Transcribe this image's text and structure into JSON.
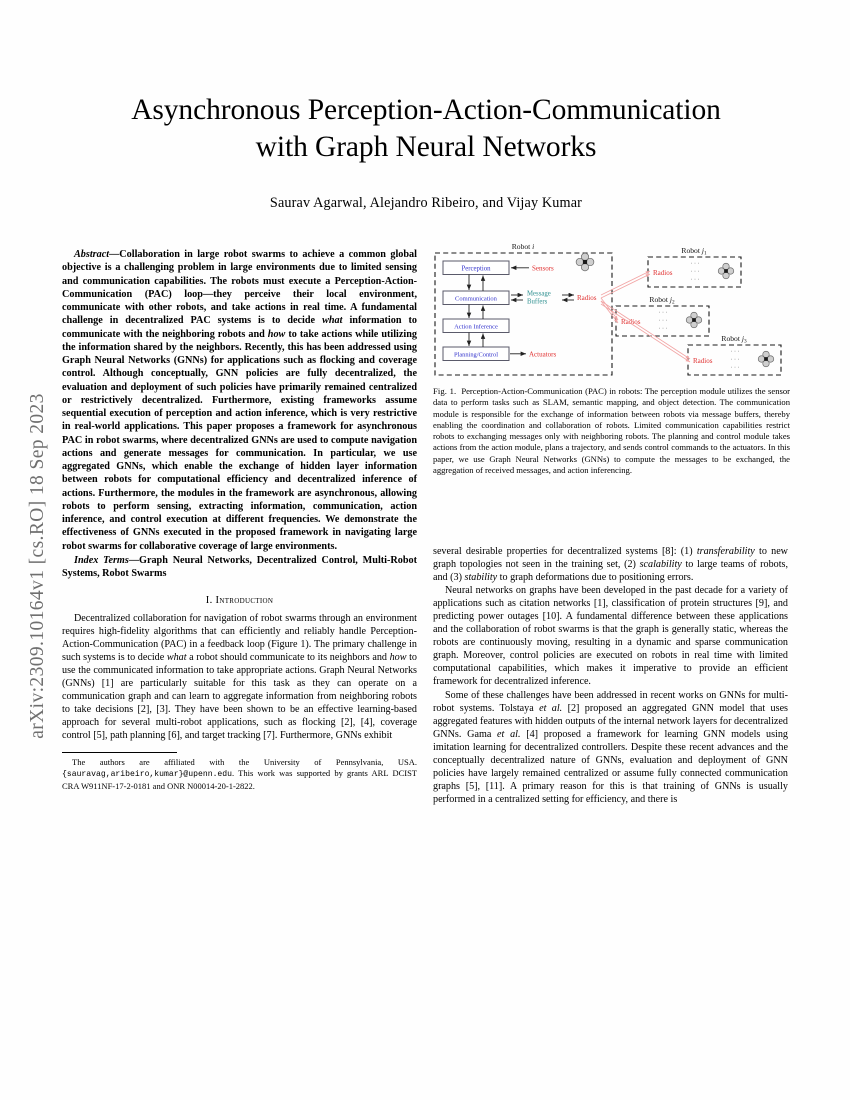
{
  "arxiv_stamp": "arXiv:2309.10164v1  [cs.RO]  18 Sep 2023",
  "title": {
    "line1": "Asynchronous Perception-Action-Communication",
    "line2": "with Graph Neural Networks"
  },
  "authors": "Saurav Agarwal, Alejandro Ribeiro, and Vijay Kumar",
  "abstract": {
    "lead": "Abstract",
    "dash": "—",
    "text": "Collaboration in large robot swarms to achieve a common global objective is a challenging problem in large environments due to limited sensing and communication capabilities. The robots must execute a Perception-Action-Communication (PAC) loop—they perceive their local environment, communicate with other robots, and take actions in real time. A fundamental challenge in decentralized PAC systems is to decide ",
    "italic1": "what",
    "text2": " information to communicate with the neighboring robots and ",
    "italic2": "how",
    "text3": " to take actions while utilizing the information shared by the neighbors. Recently, this has been addressed using Graph Neural Networks (GNNs) for applications such as flocking and coverage control. Although conceptually, GNN policies are fully decentralized, the evaluation and deployment of such policies have primarily remained centralized or restrictively decentralized. Furthermore, existing frameworks assume sequential execution of perception and action inference, which is very restrictive in real-world applications. This paper proposes a framework for asynchronous PAC in robot swarms, where decentralized GNNs are used to compute navigation actions and generate messages for communication. In particular, we use aggregated GNNs, which enable the exchange of hidden layer information between robots for computational efficiency and decentralized inference of actions. Furthermore, the modules in the framework are asynchronous, allowing robots to perform sensing, extracting information, communication, action inference, and control execution at different frequencies. We demonstrate the effectiveness of GNNs executed in the proposed framework in navigating large robot swarms for collaborative coverage of large environments."
  },
  "index_terms": {
    "lead": "Index Terms",
    "dash": "—",
    "text": "Graph Neural Networks, Decentralized Control, Multi-Robot Systems, Robot Swarms"
  },
  "sections": {
    "introduction_heading": "I.  Introduction"
  },
  "intro": {
    "p1_a": "Decentralized collaboration for navigation of robot swarms through an environment requires high-fidelity algorithms that can efficiently and reliably handle Perception-Action-Communication (PAC) in a feedback loop (Figure 1). The primary challenge in such systems is to decide ",
    "p1_i1": "what",
    "p1_b": " a robot should communicate to its neighbors and ",
    "p1_i2": "how",
    "p1_c": " to use the communicated information to take appropriate actions. Graph Neural Networks (GNNs) [1] are particularly suitable for this task as they can operate on a communication graph and can learn to aggregate information from neighboring robots to take decisions [2], [3]. They have been shown to be an effective learning-based approach for several multi-robot applications, such as flocking [2], [4], coverage control [5], path planning [6], and target tracking [7]. Furthermore, GNNs exhibit"
  },
  "footnote": {
    "a": "The authors are affiliated with the University of Pennsylvania, USA. ",
    "mono": "{sauravag,aribeiro,kumar}@upenn.edu",
    "b": ". This work was supported by grants ARL DCIST CRA W911NF-17-2-0181 and ONR N00014-20-1-2822."
  },
  "right_column": {
    "p1_a": "several desirable properties for decentralized systems [8]: (1) ",
    "p1_i1": "transferability",
    "p1_b": " to new graph topologies not seen in the training set, (2) ",
    "p1_i2": "scalability",
    "p1_c": " to large teams of robots, and (3) ",
    "p1_i3": "stability",
    "p1_d": " to graph deformations due to positioning errors.",
    "p2": "Neural networks on graphs have been developed in the past decade for a variety of applications such as citation networks [1], classification of protein structures [9], and predicting power outages [10]. A fundamental difference between these applications and the collaboration of robot swarms is that the graph is generally static, whereas the robots are continuously moving, resulting in a dynamic and sparse communication graph. Moreover, control policies are executed on robots in real time with limited computational capabilities, which makes it imperative to provide an efficient framework for decentralized inference.",
    "p3_a": "Some of these challenges have been addressed in recent works on GNNs for multi-robot systems. Tolstaya ",
    "p3_i1": "et al.",
    "p3_b": " [2] proposed an aggregated GNN model that uses aggregated features with hidden outputs of the internal network layers for decentralized GNNs. Gama ",
    "p3_i2": "et al.",
    "p3_c": " [4] proposed a framework for learning GNN models using imitation learning for decentralized controllers. Despite these recent advances and the conceptually decentralized nature of GNNs, evaluation and deployment of GNN policies have largely remained centralized or assume fully connected communication graphs [5], [11]. A primary reason for this is that training of GNNs is usually performed in a centralized setting for efficiency, and there is"
  },
  "figure": {
    "number": "Fig. 1.",
    "caption": "Perception-Action-Communication (PAC) in robots: The perception module utilizes the sensor data to perform tasks such as SLAM, semantic mapping, and object detection. The communication module is responsible for the exchange of information between robots via message buffers, thereby enabling the coordination and collaboration of robots. Limited communication capabilities restrict robots to exchanging messages only with neighboring robots. The planning and control module takes actions from the action module, plans a trajectory, and sends control commands to the actuators. In this paper, we use Graph Neural Networks (GNNs) to compute the messages to be exchanged, the aggregation of received messages, and action inferencing.",
    "labels": {
      "robot_i": "Robot i",
      "robot_j1": "Robot j",
      "robot_j1_sub": "1",
      "robot_j2": "Robot j",
      "robot_j2_sub": "2",
      "robot_j3": "Robot j",
      "robot_j3_sub": "3",
      "perception": "Perception",
      "communication": "Communication",
      "action_inference": "Action Inference",
      "planning_control": "Planning/Control",
      "sensors": "Sensors",
      "actuators": "Actuators",
      "message_buffers_l1": "Message",
      "message_buffers_l2": "Buffers",
      "radios": "Radios",
      "dots": "· · ·"
    },
    "colors": {
      "module_text": "#3333cc",
      "module_border": "#555555",
      "red": "#e03030",
      "teal": "#2e9090",
      "link": "#f0a0a0"
    }
  }
}
